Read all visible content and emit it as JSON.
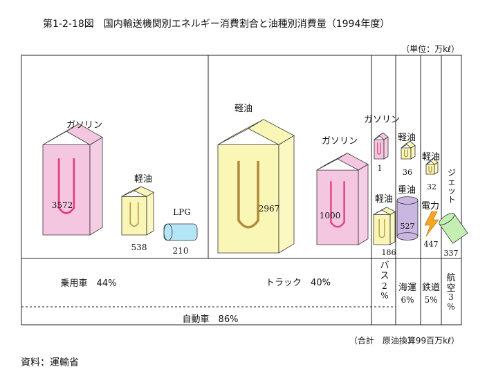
{
  "title": "第1-2-18図　国内輸送機関別エネルギー消費割合と油種別消費量（1994年度）",
  "unit_label": "（単位：万kℓ）",
  "total_label": "（合計　原油換算99百万kℓ）",
  "source": "資料：運輸省",
  "colors": {
    "gasoline": "#f5c6df",
    "diesel": "#faf7b6",
    "lpg": "#b5e6f7",
    "heavy": "#c9b7e2",
    "jet": "#c4efb2",
    "electric": "#f5a623",
    "bend": "#e0407a"
  },
  "chart_data": {
    "type": "table",
    "groups": [
      {
        "label": "乗用車",
        "share": "44%",
        "items": [
          {
            "fuel": "ガソリン",
            "value": 3572
          },
          {
            "fuel": "軽油",
            "value": 538
          },
          {
            "fuel": "LPG",
            "value": 210
          }
        ]
      },
      {
        "label": "トラック",
        "share": "40%",
        "items": [
          {
            "fuel": "軽油",
            "value": 2967
          },
          {
            "fuel": "ガソリン",
            "value": 1000
          }
        ]
      },
      {
        "label": "バス",
        "share": "2%",
        "items": [
          {
            "fuel": "ガソリン",
            "value": 1
          },
          {
            "fuel": "軽油",
            "value": 186
          }
        ]
      },
      {
        "label": "海運",
        "share": "6%",
        "items": [
          {
            "fuel": "軽油",
            "value": 36
          },
          {
            "fuel": "重油",
            "value": 527
          }
        ]
      },
      {
        "label": "鉄道",
        "share": "5%",
        "items": [
          {
            "fuel": "軽油",
            "value": 32
          },
          {
            "fuel": "電力",
            "value": 447
          }
        ]
      },
      {
        "label": "航空",
        "share": "3%",
        "items": [
          {
            "fuel": "ジェット",
            "value": 337
          }
        ]
      }
    ],
    "automobile": {
      "label": "自動車",
      "share": "86%"
    }
  }
}
